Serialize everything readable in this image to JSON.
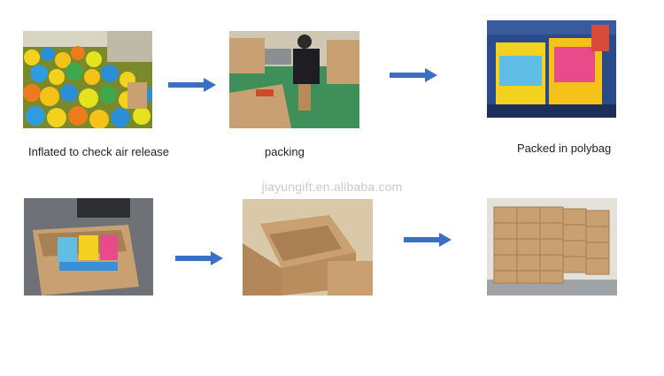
{
  "steps": [
    {
      "caption": "Inflated to check air release"
    },
    {
      "caption": "packing"
    },
    {
      "caption": "Packed in polybag"
    },
    {
      "caption": ""
    },
    {
      "caption": ""
    },
    {
      "caption": ""
    }
  ],
  "watermark": "jiayungift.en.alibaba.com",
  "colors": {
    "arrow": "#3a6fc4",
    "box": "#c9a071"
  }
}
